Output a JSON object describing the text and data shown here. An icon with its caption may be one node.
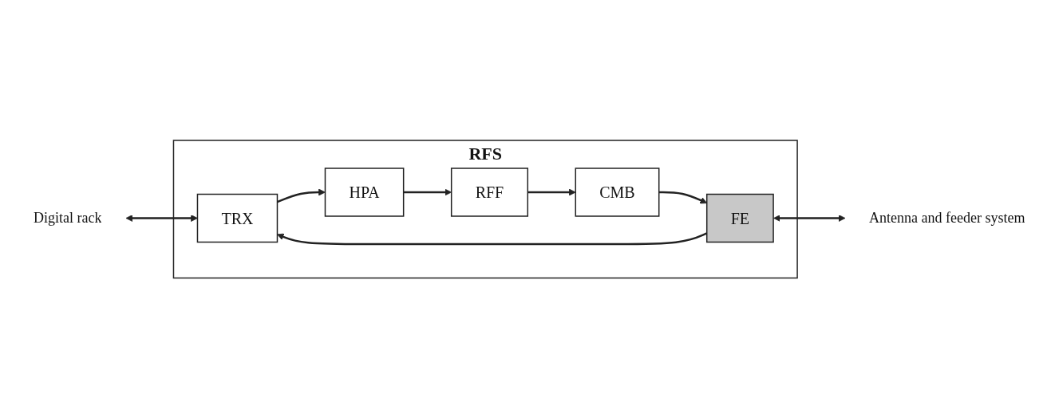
{
  "diagram": {
    "nodes": [
      {
        "text": [
          "RFS"
        ]
      },
      {
        "text": [
          "TRX"
        ],
        "in": 0
      },
      {
        "text": [
          "HPA"
        ],
        "in": 0
      },
      {
        "text": [
          "RFF"
        ],
        "in": 0
      },
      {
        "text": [
          "CMB"
        ],
        "in": 0
      },
      {
        "text": [
          "FE"
        ],
        "in": 0
      },
      {
        "text": [
          "Digital rack"
        ]
      },
      {
        "text": [
          "Antenna and feeder system"
        ]
      }
    ],
    "edges": [
      {
        "from": 6,
        "to": 1,
        "arrow": "both"
      },
      {
        "from": 1,
        "to": 2,
        "arrow": "to"
      },
      {
        "from": 2,
        "to": 3,
        "arrow": "to"
      },
      {
        "from": 3,
        "to": 4,
        "arrow": "to"
      },
      {
        "from": 4,
        "to": 5,
        "arrow": "to"
      },
      {
        "from": 5,
        "to": 1,
        "arrow": "to"
      },
      {
        "from": 5,
        "to": 7,
        "arrow": "both"
      }
    ]
  }
}
